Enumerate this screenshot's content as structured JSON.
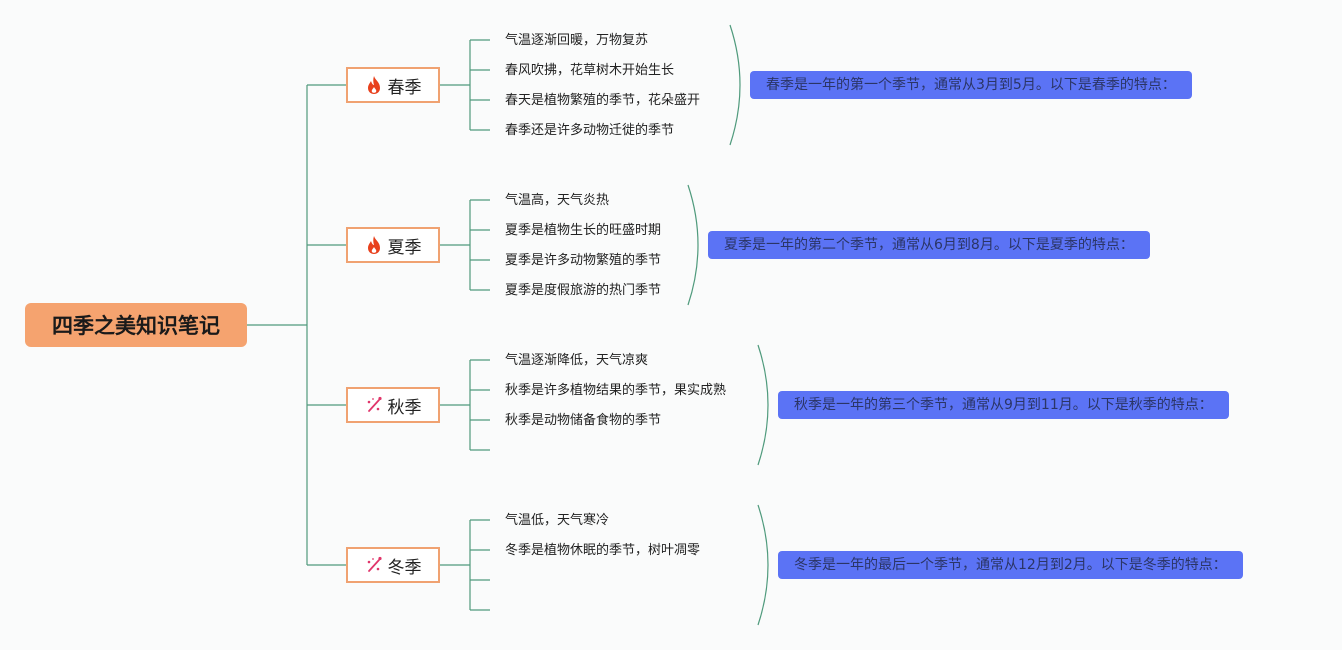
{
  "root": {
    "title": "四季之美知识笔记"
  },
  "seasons": [
    {
      "label": "春季",
      "icon": "fire-icon",
      "points": [
        "气温逐渐回暖，万物复苏",
        "春风吹拂，花草树木开始生长",
        "春天是植物繁殖的季节，花朵盛开",
        "春季还是许多动物迁徙的季节"
      ],
      "summary": "春季是一年的第一个季节，通常从3月到5月。以下是春季的特点："
    },
    {
      "label": "夏季",
      "icon": "fire-icon",
      "points": [
        "气温高，天气炎热",
        "夏季是植物生长的旺盛时期",
        "夏季是许多动物繁殖的季节",
        "夏季是度假旅游的热门季节"
      ],
      "summary": "夏季是一年的第二个季节，通常从6月到8月。以下是夏季的特点："
    },
    {
      "label": "秋季",
      "icon": "sparkle-icon",
      "points": [
        "气温逐渐降低，天气凉爽",
        "秋季是许多植物结果的季节，果实成熟",
        "秋季是动物储备食物的季节",
        ""
      ],
      "summary": "秋季是一年的第三个季节，通常从9月到11月。以下是秋季的特点："
    },
    {
      "label": "冬季",
      "icon": "sparkle-icon",
      "points": [
        "气温低，天气寒冷",
        "冬季是植物休眠的季节，树叶凋零",
        "",
        ""
      ],
      "summary": "冬季是一年的最后一个季节，通常从12月到2月。以下是冬季的特点："
    }
  ],
  "colors": {
    "line": "#4f9a7c",
    "summary_bg": "#5b73f5",
    "root_bg": "#f5a36f",
    "season_border": "#f0a271"
  }
}
